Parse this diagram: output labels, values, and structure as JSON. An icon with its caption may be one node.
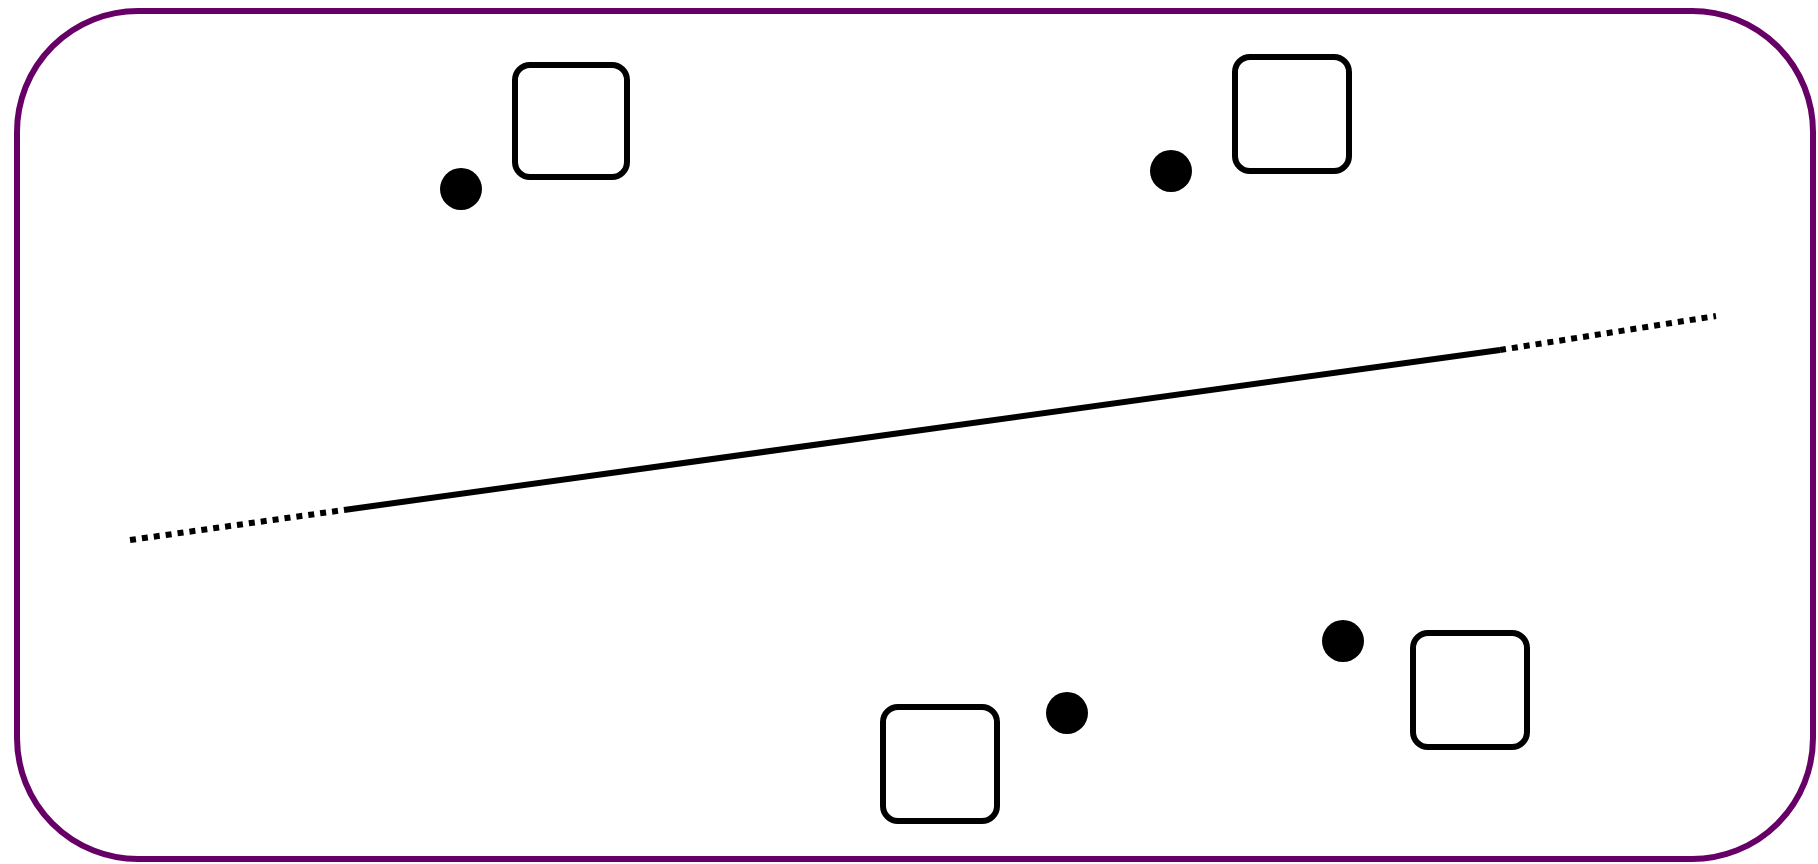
{
  "diagram": {
    "nodes": [
      {
        "text": [],
        "shape": "box"
      },
      {
        "text": [],
        "shape": "box",
        "in": 0
      },
      {
        "text": [],
        "shape": "box",
        "in": 0
      },
      {
        "text": [],
        "shape": "box",
        "in": 0
      },
      {
        "text": [],
        "shape": "box",
        "in": 0
      },
      {
        "text": [],
        "shape": "circle",
        "in": 0
      },
      {
        "text": [],
        "shape": "circle",
        "in": 0
      },
      {
        "text": [],
        "shape": "circle",
        "in": 0
      },
      {
        "text": [],
        "shape": "circle",
        "in": 0
      }
    ]
  }
}
